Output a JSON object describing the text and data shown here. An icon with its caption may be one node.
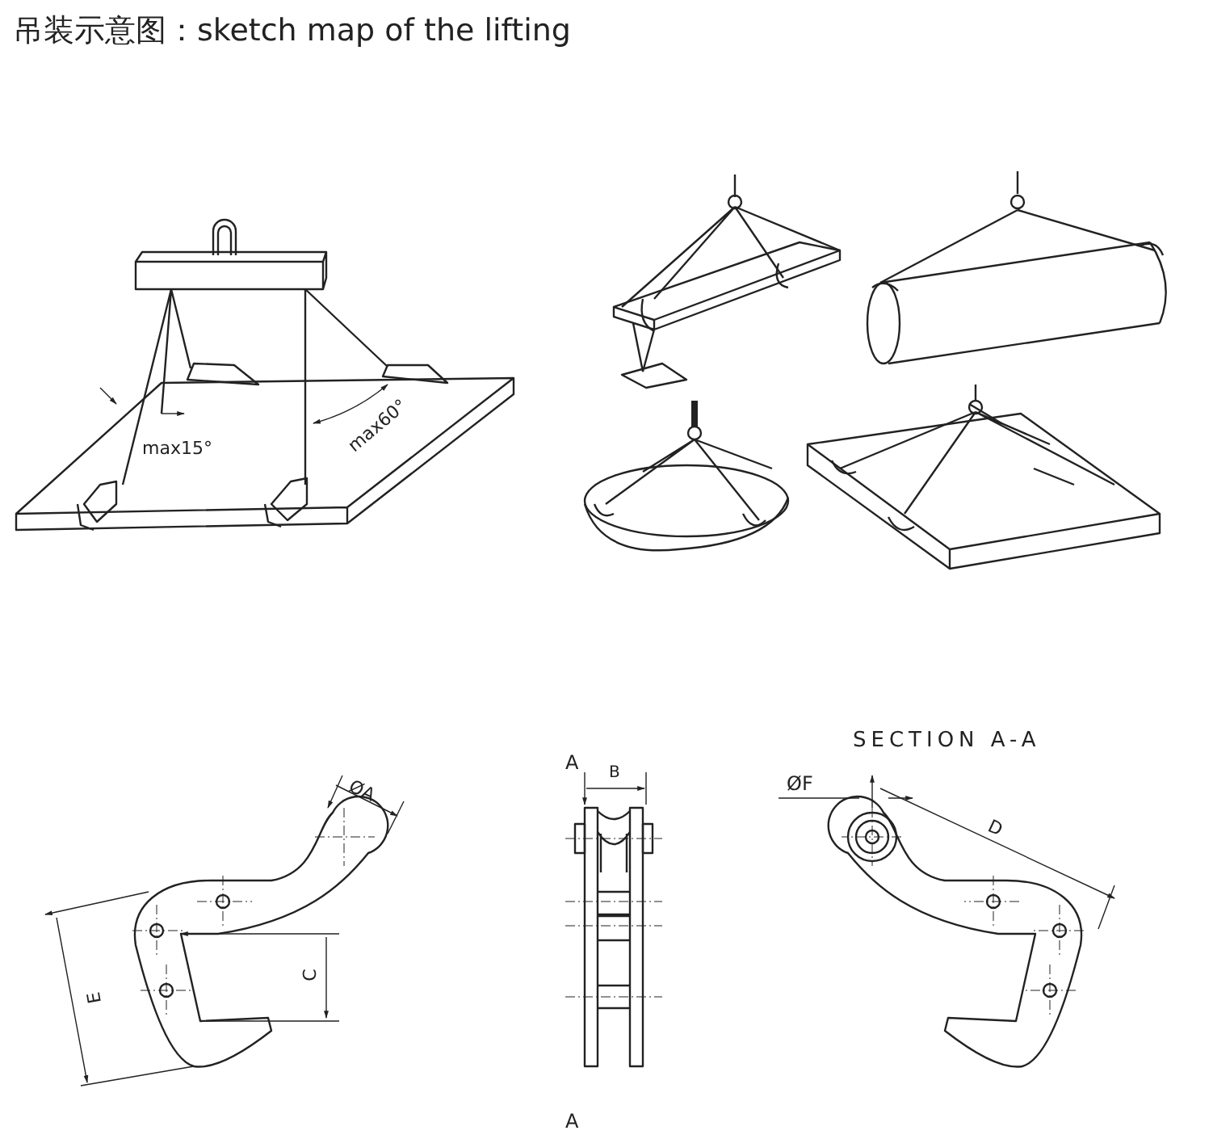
{
  "diagram": {
    "title": "吊装示意图：sketch map of the lifting",
    "labels": [
      "max15°",
      "max60°",
      "SECTION A-A",
      "ØA",
      "A",
      "B",
      "ØF",
      "D",
      "E",
      "C",
      "A"
    ]
  }
}
